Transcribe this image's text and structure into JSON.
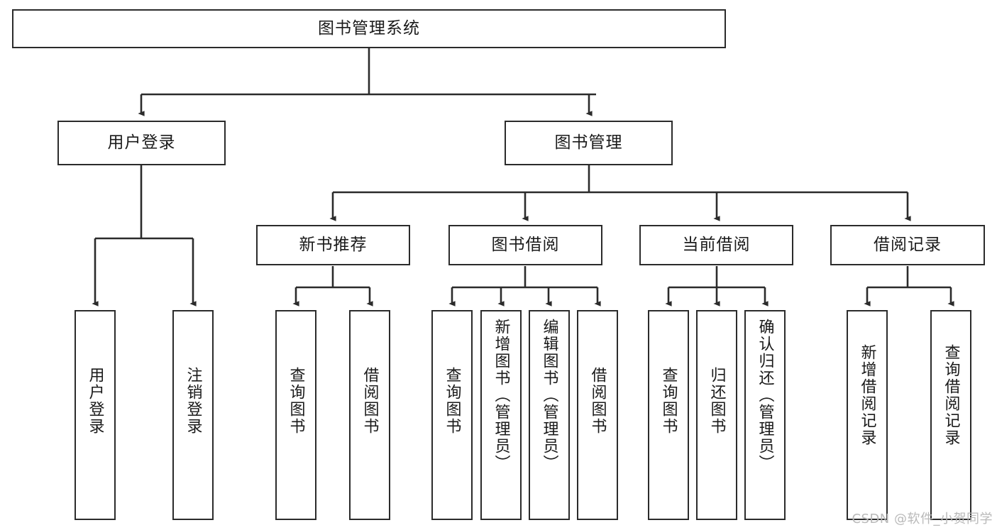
{
  "diagram": {
    "title": "图书管理系统",
    "type": "tree",
    "watermark": "CSDN @软件_小贺同学",
    "colors": {
      "box_border": "#2b2b2b",
      "box_fill": "#ffffff",
      "connector": "#2b2b2b",
      "text": "#1a1a1a",
      "watermark": "#b9b9b9",
      "background": "#ffffff"
    },
    "levels": {
      "root": {
        "label": "图书管理系统",
        "orientation": "horizontal"
      },
      "level2": [
        {
          "label": "用户登录",
          "orientation": "horizontal"
        },
        {
          "label": "图书管理",
          "orientation": "horizontal"
        }
      ],
      "level3": [
        {
          "label": "新书推荐",
          "orientation": "horizontal",
          "parent": "图书管理"
        },
        {
          "label": "图书借阅",
          "orientation": "horizontal",
          "parent": "图书管理"
        },
        {
          "label": "当前借阅",
          "orientation": "horizontal",
          "parent": "图书管理"
        },
        {
          "label": "借阅记录",
          "orientation": "horizontal",
          "parent": "图书管理"
        }
      ],
      "leaves": [
        {
          "label": "用户登录",
          "orientation": "vertical",
          "parent": "用户登录"
        },
        {
          "label": "注销登录",
          "orientation": "vertical",
          "parent": "用户登录"
        },
        {
          "label": "查询图书",
          "orientation": "vertical",
          "parent": "新书推荐"
        },
        {
          "label": "借阅图书",
          "orientation": "vertical",
          "parent": "新书推荐"
        },
        {
          "label": "查询图书",
          "orientation": "vertical",
          "parent": "图书借阅"
        },
        {
          "label": "新增图书（管理员）",
          "orientation": "vertical",
          "parent": "图书借阅"
        },
        {
          "label": "编辑图书（管理员）",
          "orientation": "vertical",
          "parent": "图书借阅"
        },
        {
          "label": "借阅图书",
          "orientation": "vertical",
          "parent": "图书借阅"
        },
        {
          "label": "查询图书",
          "orientation": "vertical",
          "parent": "当前借阅"
        },
        {
          "label": "归还图书",
          "orientation": "vertical",
          "parent": "当前借阅"
        },
        {
          "label": "确认归还（管理员）",
          "orientation": "vertical",
          "parent": "当前借阅"
        },
        {
          "label": "新增借阅记录",
          "orientation": "vertical",
          "parent": "借阅记录"
        },
        {
          "label": "查询借阅记录",
          "orientation": "vertical",
          "parent": "借阅记录"
        }
      ]
    }
  }
}
